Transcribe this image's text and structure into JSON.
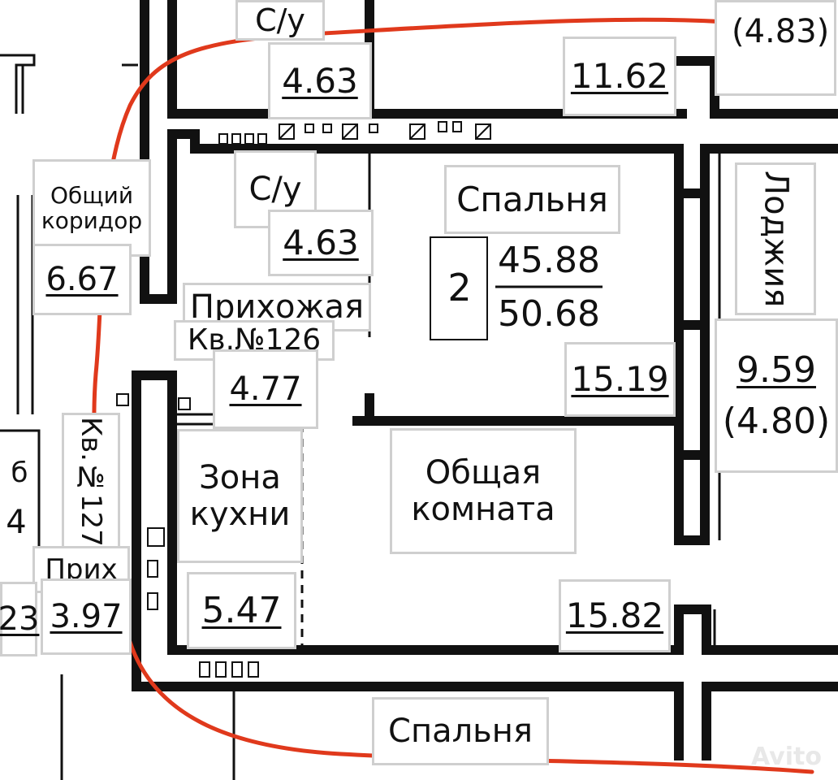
{
  "labels": {
    "su_top": "С/у",
    "area_su_top": "4.63",
    "area_11_62": "11.62",
    "loggia_top_partial": "(4.83)",
    "su_mid": "С/у",
    "area_su_mid": "4.63",
    "bedroom_title": "Спальня",
    "rooms_count": "2",
    "living_area": "45.88",
    "total_area": "50.68",
    "area_bedroom": "15.19",
    "loggia": "Лоджия",
    "loggia_area": "9.59",
    "loggia_area_reduced": "(4.80)",
    "hall": "Прихожая",
    "apt_126": "Кв.№126",
    "area_hall": "4.77",
    "kitchen_line1": "Зона",
    "kitchen_line2": "кухни",
    "area_kitchen": "5.47",
    "living_line1": "Общая",
    "living_line2": "комната",
    "area_living": "15.82",
    "bedroom_bottom": "Спальня",
    "corridor_line1": "Общий",
    "corridor_line2": "коридор",
    "area_corridor": "6.67",
    "apt_127": "Кв.№127",
    "hall_partial": "Прих",
    "area_partial_397": "3.97",
    "area_partial_23": "23",
    "partial_b": "б",
    "partial_4": "4"
  },
  "watermark": "Avito",
  "colors": {
    "wall": "#111111",
    "label_border": "#cfcfcf",
    "annotation": "#e0391c"
  }
}
